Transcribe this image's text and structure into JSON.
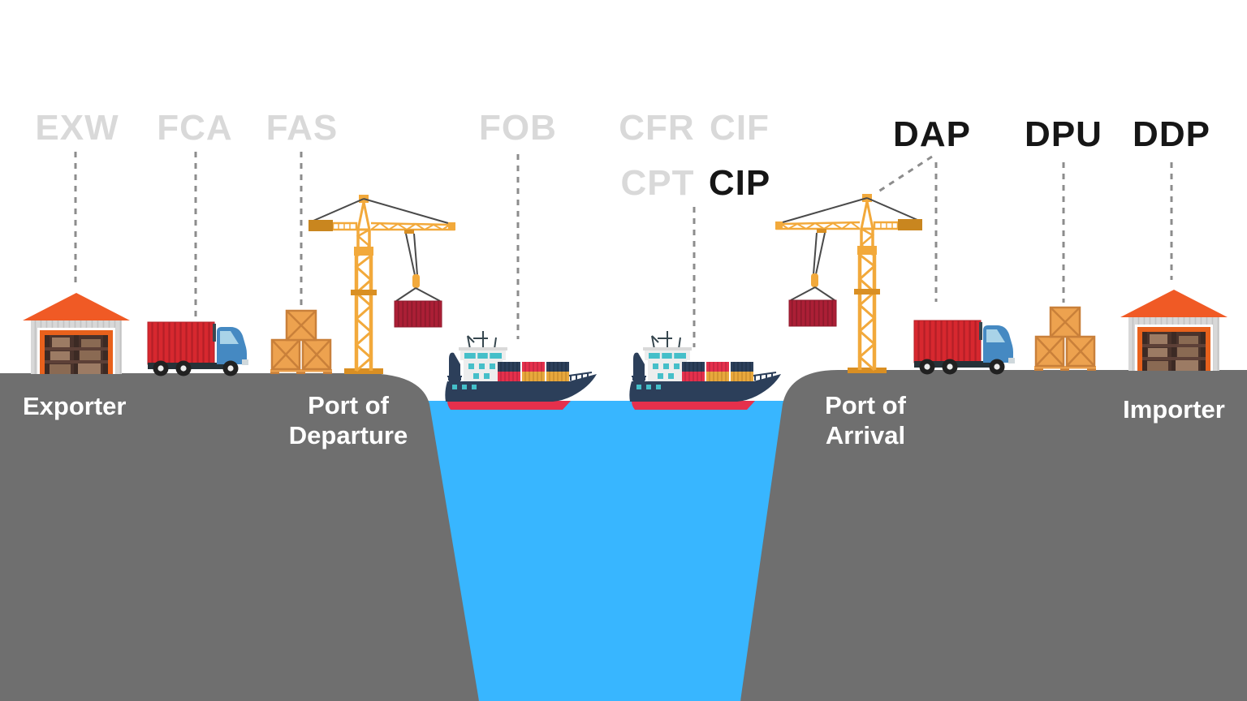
{
  "incoterms": [
    {
      "label": "EXW",
      "active": false
    },
    {
      "label": "FCA",
      "active": false
    },
    {
      "label": "FAS",
      "active": false
    },
    {
      "label": "FOB",
      "active": false
    },
    {
      "label": "CFR",
      "active": false
    },
    {
      "label": "CIF",
      "active": false
    },
    {
      "label": "CPT",
      "active": false
    },
    {
      "label": "CIP",
      "active": true
    },
    {
      "label": "DAP",
      "active": true
    },
    {
      "label": "DPU",
      "active": true
    },
    {
      "label": "DDP",
      "active": true
    }
  ],
  "locations": {
    "exporter": "Exporter",
    "port_of_departure": {
      "line1": "Port of",
      "line2": "Departure"
    },
    "port_of_arrival": {
      "line1": "Port of",
      "line2": "Arrival"
    },
    "importer": "Importer"
  },
  "colors": {
    "background": "#FFFFFF",
    "ground": "#6F6F6F",
    "water": "#38B6FF",
    "term-inactive": "#D9D9D9",
    "term-active": "#161616",
    "label-text": "#FFFFFF",
    "dash": "#8C8C8C",
    "roof-orange": "#F05A25",
    "wall-gray": "#D8D8D8",
    "door-orange": "#E8611C",
    "crate-orange": "#EDA24F",
    "crane-yellow": "#F2A93B",
    "crane-dark": "#D98F23",
    "counterweight": "#C9861F",
    "container-maroon": "#AC1F36",
    "truck-red": "#D7282F",
    "cab-blue": "#4589C2",
    "chassis": "#263238",
    "ship-navy": "#2C3F5A",
    "ship-red": "#E5304C",
    "teal": "#45BFC9",
    "container-yellow": "#E8A83C"
  }
}
